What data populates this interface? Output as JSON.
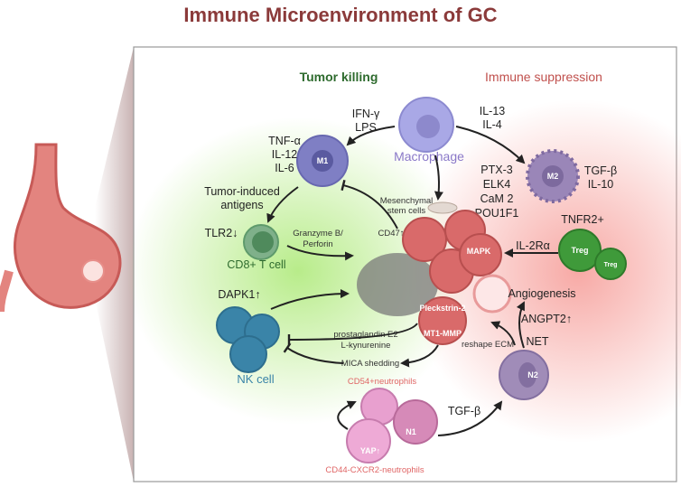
{
  "title": "Immune Microenvironment of GC",
  "headers": {
    "left": "Tumor killing",
    "right": "Immune suppression"
  },
  "colors": {
    "title": "#8b3a3a",
    "tumor_killing": "#2e6b2e",
    "immune_suppression": "#c0504d",
    "macrophage": "#8a78c8",
    "nk": "#3a84a8",
    "neutrophil_label": "#e06666"
  },
  "macrophage": {
    "label": "Macrophage",
    "to_m1": [
      "IFN-γ",
      "LPS"
    ],
    "to_m2": [
      "IL-13",
      "IL-4"
    ]
  },
  "m1": {
    "label": "M1",
    "secretes": [
      "TNF-α",
      "IL-12",
      "IL-6"
    ]
  },
  "m2": {
    "label": "M2",
    "secretes": [
      "TGF-β",
      "IL-10"
    ],
    "factors": [
      "PTX-3",
      "ELK4",
      "CaM 2",
      "POU1F1"
    ]
  },
  "cd8": {
    "label": "CD8+ T cell",
    "antigens": [
      "Tumor-induced",
      "antigens"
    ],
    "tlr": "TLR2↓",
    "granzyme": [
      "Granzyme B/",
      "Perforin"
    ]
  },
  "tumor": {
    "msc": [
      "Mesenchymal",
      "stem cells"
    ],
    "cd47": "CD47↑",
    "mapk": "MAPK",
    "pleckstrin": "Pleckstrin-2",
    "mt1mmp": "MT1-MMP"
  },
  "treg": {
    "label": "TNFR2+",
    "cell": "Treg",
    "il2": "IL-2Rα"
  },
  "angio": {
    "label": "Angiogenesis",
    "angpt2": "ANGPT2↑",
    "net": "NET",
    "reshape": "reshape ECM"
  },
  "nk": {
    "label": "NK cell",
    "dapk": "DAPK1↑",
    "inhib": [
      "prostaglandin E2",
      "L-kynurenine"
    ],
    "mica": "MICA shedding"
  },
  "neutrophils": {
    "cd54": "CD54+neutrophils",
    "cd44": "CD44-CXCR2-neutrophils",
    "yap": "YAP↑",
    "n1": "N1",
    "n2": "N2",
    "tgf": "TGF-β"
  }
}
